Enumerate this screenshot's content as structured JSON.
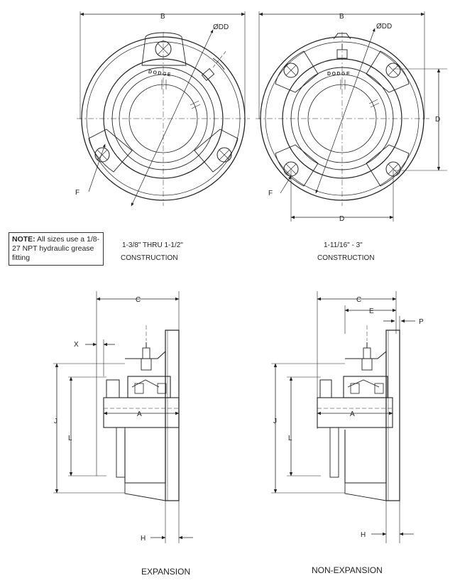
{
  "note": {
    "label": "NOTE:",
    "text": "All sizes use a 1/8-27 NPT hydraulic grease fitting"
  },
  "brand": "DODGE",
  "dimensions": {
    "B": "B",
    "DD": "ØDD",
    "D": "D",
    "F": "F",
    "C": "C",
    "E": "E",
    "P": "P",
    "X": "X",
    "A": "A",
    "J": "J",
    "L": "L",
    "H": "H"
  },
  "views": {
    "top_left_caption_line1": "1-3/8\" THRU 1-1/2\"",
    "top_left_caption_line2": "CONSTRUCTION",
    "top_right_caption_line1": "1-11/16\" - 3\"",
    "top_right_caption_line2": "CONSTRUCTION",
    "bottom_left_caption": "EXPANSION",
    "bottom_right_caption": "NON-EXPANSION"
  }
}
